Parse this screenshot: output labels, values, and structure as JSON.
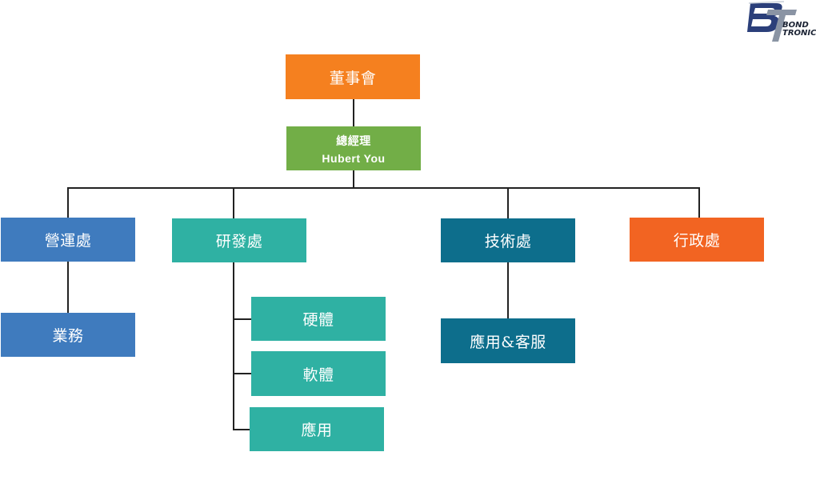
{
  "logo": {
    "line1": "BOND",
    "line2": "TRONICS"
  },
  "colors": {
    "orange": "#F5801F",
    "green": "#72AE47",
    "blue": "#3F7BBE",
    "teal": "#2FB1A3",
    "darkTeal": "#0D6E8C",
    "redOrange": "#F26422",
    "line": "#222222"
  },
  "org": {
    "board": "董事會",
    "gm": {
      "title": "總經理",
      "name": "Hubert You"
    },
    "operations": {
      "label": "營運處",
      "children": [
        "業務"
      ]
    },
    "rnd": {
      "label": "研發處",
      "children": [
        "硬體",
        "軟體",
        "應用"
      ]
    },
    "tech": {
      "label": "技術處",
      "children": [
        "應用&客服"
      ]
    },
    "admin": {
      "label": "行政處"
    }
  }
}
